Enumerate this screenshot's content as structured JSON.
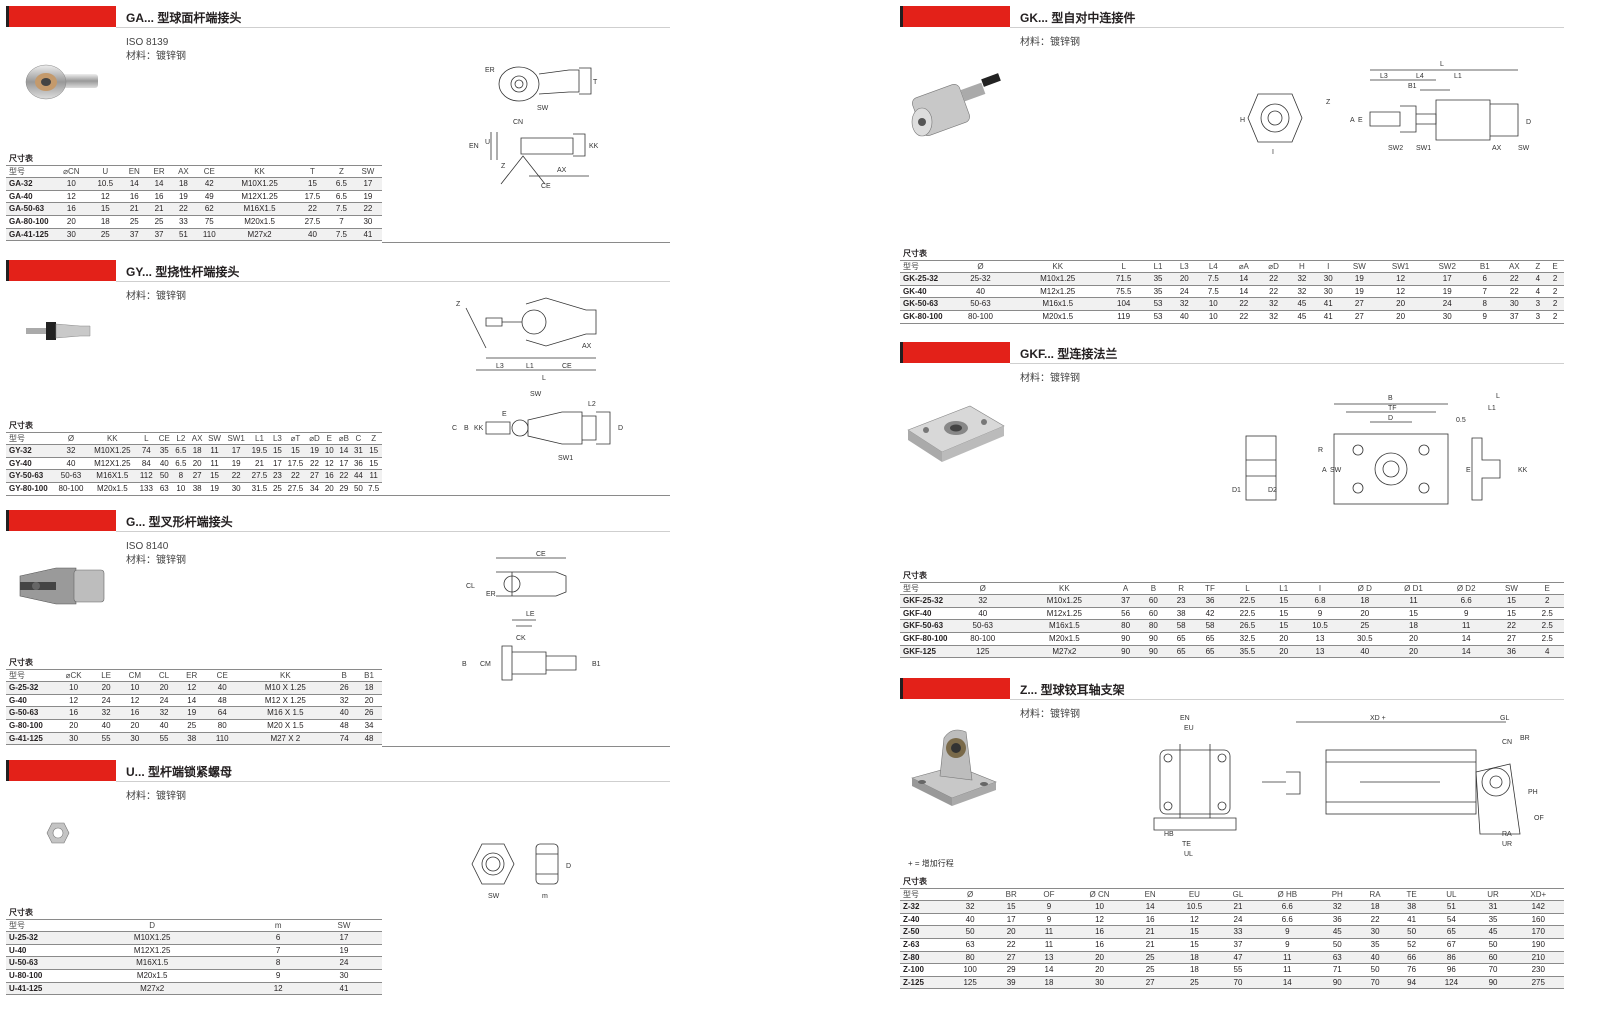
{
  "caption": "尺寸表",
  "material": "材料：镀锌钢",
  "sections": {
    "ga": {
      "title": "GA... 型球面杆端接头",
      "iso": "ISO 8139",
      "headers": [
        "型号",
        "⌀CN",
        "U",
        "EN",
        "ER",
        "AX",
        "CE",
        "KK",
        "T",
        "Z",
        "SW"
      ],
      "rows": [
        [
          "GA-32",
          "10",
          "10.5",
          "14",
          "14",
          "18",
          "42",
          "M10X1.25",
          "15",
          "6.5",
          "17"
        ],
        [
          "GA-40",
          "12",
          "12",
          "16",
          "16",
          "19",
          "49",
          "M12X1.25",
          "17.5",
          "6.5",
          "19"
        ],
        [
          "GA-50-63",
          "16",
          "15",
          "21",
          "21",
          "22",
          "62",
          "M16X1.5",
          "22",
          "7.5",
          "22"
        ],
        [
          "GA-80-100",
          "20",
          "18",
          "25",
          "25",
          "33",
          "75",
          "M20x1.5",
          "27.5",
          "7",
          "30"
        ],
        [
          "GA-41-125",
          "30",
          "25",
          "37",
          "37",
          "51",
          "110",
          "M27x2",
          "40",
          "7.5",
          "41"
        ]
      ]
    },
    "gy": {
      "title": "GY... 型挠性杆端接头",
      "headers": [
        "型号",
        "Ø",
        "KK",
        "L",
        "CE",
        "L2",
        "AX",
        "SW",
        "SW1",
        "L1",
        "L3",
        "⌀T",
        "⌀D",
        "E",
        "⌀B",
        "C",
        "Z"
      ],
      "rows": [
        [
          "GY-32",
          "32",
          "M10X1.25",
          "74",
          "35",
          "6.5",
          "18",
          "11",
          "17",
          "19.5",
          "15",
          "15",
          "19",
          "10",
          "14",
          "31",
          "15"
        ],
        [
          "GY-40",
          "40",
          "M12X1.25",
          "84",
          "40",
          "6.5",
          "20",
          "11",
          "19",
          "21",
          "17",
          "17.5",
          "22",
          "12",
          "17",
          "36",
          "15"
        ],
        [
          "GY-50-63",
          "50-63",
          "M16X1.5",
          "112",
          "50",
          "8",
          "27",
          "15",
          "22",
          "27.5",
          "23",
          "22",
          "27",
          "16",
          "22",
          "44",
          "11"
        ],
        [
          "GY-80-100",
          "80-100",
          "M20x1.5",
          "133",
          "63",
          "10",
          "38",
          "19",
          "30",
          "31.5",
          "25",
          "27.5",
          "34",
          "20",
          "29",
          "50",
          "7.5"
        ]
      ]
    },
    "g": {
      "title": "G... 型叉形杆端接头",
      "iso": "ISO 8140",
      "headers": [
        "型号",
        "⌀CK",
        "LE",
        "CM",
        "CL",
        "ER",
        "CE",
        "KK",
        "B",
        "B1"
      ],
      "rows": [
        [
          "G-25-32",
          "10",
          "20",
          "10",
          "20",
          "12",
          "40",
          "M10 X 1.25",
          "26",
          "18"
        ],
        [
          "G-40",
          "12",
          "24",
          "12",
          "24",
          "14",
          "48",
          "M12 X 1.25",
          "32",
          "20"
        ],
        [
          "G-50-63",
          "16",
          "32",
          "16",
          "32",
          "19",
          "64",
          "M16 X 1.5",
          "40",
          "26"
        ],
        [
          "G-80-100",
          "20",
          "40",
          "20",
          "40",
          "25",
          "80",
          "M20 X 1.5",
          "48",
          "34"
        ],
        [
          "G-41-125",
          "30",
          "55",
          "30",
          "55",
          "38",
          "110",
          "M27 X 2",
          "74",
          "48"
        ]
      ]
    },
    "u": {
      "title": "U... 型杆端锁紧螺母",
      "headers": [
        "型号",
        "D",
        "m",
        "SW"
      ],
      "rows": [
        [
          "U-25-32",
          "M10X1.25",
          "6",
          "17"
        ],
        [
          "U-40",
          "M12X1.25",
          "7",
          "19"
        ],
        [
          "U-50-63",
          "M16X1.5",
          "8",
          "24"
        ],
        [
          "U-80-100",
          "M20x1.5",
          "9",
          "30"
        ],
        [
          "U-41-125",
          "M27x2",
          "12",
          "41"
        ]
      ]
    },
    "gk": {
      "title": "GK... 型自对中连接件",
      "headers": [
        "型号",
        "Ø",
        "KK",
        "L",
        "L1",
        "L3",
        "L4",
        "⌀A",
        "⌀D",
        "H",
        "I",
        "SW",
        "SW1",
        "SW2",
        "B1",
        "AX",
        "Z",
        "E"
      ],
      "rows": [
        [
          "GK-25-32",
          "25-32",
          "M10x1.25",
          "71.5",
          "35",
          "20",
          "7.5",
          "14",
          "22",
          "32",
          "30",
          "19",
          "12",
          "17",
          "6",
          "22",
          "4",
          "2"
        ],
        [
          "GK-40",
          "40",
          "M12x1.25",
          "75.5",
          "35",
          "24",
          "7.5",
          "14",
          "22",
          "32",
          "30",
          "19",
          "12",
          "19",
          "7",
          "22",
          "4",
          "2"
        ],
        [
          "GK-50-63",
          "50-63",
          "M16x1.5",
          "104",
          "53",
          "32",
          "10",
          "22",
          "32",
          "45",
          "41",
          "27",
          "20",
          "24",
          "8",
          "30",
          "3",
          "2"
        ],
        [
          "GK-80-100",
          "80-100",
          "M20x1.5",
          "119",
          "53",
          "40",
          "10",
          "22",
          "32",
          "45",
          "41",
          "27",
          "20",
          "30",
          "9",
          "37",
          "3",
          "2"
        ]
      ]
    },
    "gkf": {
      "title": "GKF... 型连接法兰",
      "headers": [
        "型号",
        "Ø",
        "KK",
        "A",
        "B",
        "R",
        "TF",
        "L",
        "L1",
        "I",
        "Ø D",
        "Ø D1",
        "Ø D2",
        "SW",
        "E"
      ],
      "rows": [
        [
          "GKF-25-32",
          "32",
          "M10x1.25",
          "37",
          "60",
          "23",
          "36",
          "22.5",
          "15",
          "6.8",
          "18",
          "11",
          "6.6",
          "15",
          "2"
        ],
        [
          "GKF-40",
          "40",
          "M12x1.25",
          "56",
          "60",
          "38",
          "42",
          "22.5",
          "15",
          "9",
          "20",
          "15",
          "9",
          "15",
          "2.5"
        ],
        [
          "GKF-50-63",
          "50-63",
          "M16x1.5",
          "80",
          "80",
          "58",
          "58",
          "26.5",
          "15",
          "10.5",
          "25",
          "18",
          "11",
          "22",
          "2.5"
        ],
        [
          "GKF-80-100",
          "80-100",
          "M20x1.5",
          "90",
          "90",
          "65",
          "65",
          "32.5",
          "20",
          "13",
          "30.5",
          "20",
          "14",
          "27",
          "2.5"
        ],
        [
          "GKF-125",
          "125",
          "M27x2",
          "90",
          "90",
          "65",
          "65",
          "35.5",
          "20",
          "13",
          "40",
          "20",
          "14",
          "36",
          "4"
        ]
      ]
    },
    "z": {
      "title": "Z... 型球铰耳轴支架",
      "note": "+ = 增加行程",
      "headers": [
        "型号",
        "Ø",
        "BR",
        "OF",
        "Ø CN",
        "EN",
        "EU",
        "GL",
        "Ø HB",
        "PH",
        "RA",
        "TE",
        "UL",
        "UR",
        "XD+"
      ],
      "rows": [
        [
          "Z-32",
          "32",
          "15",
          "9",
          "10",
          "14",
          "10.5",
          "21",
          "6.6",
          "32",
          "18",
          "38",
          "51",
          "31",
          "142"
        ],
        [
          "Z-40",
          "40",
          "17",
          "9",
          "12",
          "16",
          "12",
          "24",
          "6.6",
          "36",
          "22",
          "41",
          "54",
          "35",
          "160"
        ],
        [
          "Z-50",
          "50",
          "20",
          "11",
          "16",
          "21",
          "15",
          "33",
          "9",
          "45",
          "30",
          "50",
          "65",
          "45",
          "170"
        ],
        [
          "Z-63",
          "63",
          "22",
          "11",
          "16",
          "21",
          "15",
          "37",
          "9",
          "50",
          "35",
          "52",
          "67",
          "50",
          "190"
        ],
        [
          "Z-80",
          "80",
          "27",
          "13",
          "20",
          "25",
          "18",
          "47",
          "11",
          "63",
          "40",
          "66",
          "86",
          "60",
          "210"
        ],
        [
          "Z-100",
          "100",
          "29",
          "14",
          "20",
          "25",
          "18",
          "55",
          "11",
          "71",
          "50",
          "76",
          "96",
          "70",
          "230"
        ],
        [
          "Z-125",
          "125",
          "39",
          "18",
          "30",
          "27",
          "25",
          "70",
          "14",
          "90",
          "70",
          "94",
          "124",
          "90",
          "275"
        ]
      ]
    }
  },
  "drawing_labels": {
    "ga": [
      "ER",
      "T",
      "SW",
      "CN",
      "EN",
      "U",
      "KK",
      "Z",
      "AX",
      "CE"
    ],
    "gy": [
      "Z",
      "L3",
      "L1",
      "CE",
      "AX",
      "L",
      "SW",
      "L2",
      "C",
      "B",
      "KK",
      "E",
      "D",
      "SW1"
    ],
    "g": [
      "CE",
      "CL",
      "ER",
      "CK",
      "LE",
      "B",
      "CM",
      "B1"
    ],
    "u": [
      "D",
      "SW",
      "m"
    ],
    "gk": [
      "L",
      "L3",
      "L4",
      "L1",
      "B1",
      "H",
      "I",
      "Z",
      "A",
      "E",
      "D",
      "SW2",
      "SW1",
      "AX",
      "SW"
    ],
    "gkf": [
      "B",
      "TF",
      "D",
      "L",
      "L1",
      "0.5",
      "A",
      "SW",
      "R",
      "D1",
      "D2",
      "E",
      "KK"
    ],
    "z": [
      "EN",
      "EU",
      "XD +",
      "GL",
      "CN",
      "BR",
      "PH",
      "HB",
      "TE",
      "UL",
      "RA",
      "UR",
      "OF"
    ]
  }
}
